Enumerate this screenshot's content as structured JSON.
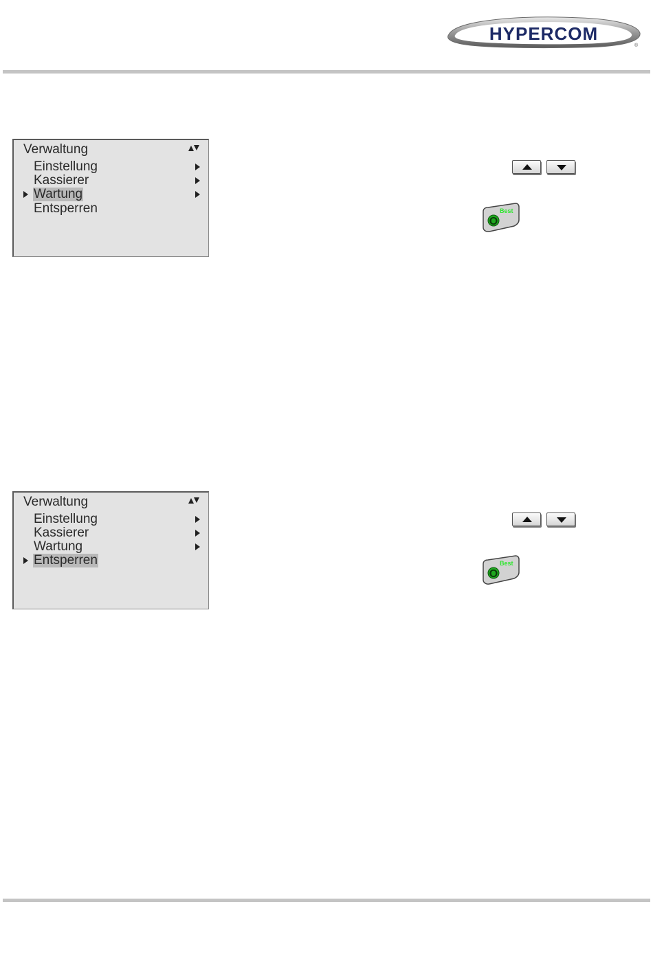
{
  "header": {
    "logo_text": "HYPERCOM",
    "logo_registered": "®"
  },
  "screens": [
    {
      "title": "Verwaltung",
      "scroll_indicator": "up-down-arrows-icon",
      "items": [
        {
          "label": "Einstellung",
          "has_submenu": true,
          "selected": false
        },
        {
          "label": "Kassierer",
          "has_submenu": true,
          "selected": false
        },
        {
          "label": "Wartung",
          "has_submenu": true,
          "selected": true
        },
        {
          "label": "Entsperren",
          "has_submenu": false,
          "selected": false
        }
      ]
    },
    {
      "title": "Verwaltung",
      "scroll_indicator": "up-down-arrows-icon",
      "items": [
        {
          "label": "Einstellung",
          "has_submenu": true,
          "selected": false
        },
        {
          "label": "Kassierer",
          "has_submenu": true,
          "selected": false
        },
        {
          "label": "Wartung",
          "has_submenu": true,
          "selected": false
        },
        {
          "label": "Entsperren",
          "has_submenu": false,
          "selected": true
        }
      ]
    }
  ],
  "keys": {
    "up_icon": "arrow-up-key-icon",
    "down_icon": "arrow-down-key-icon",
    "ok_label": "Best",
    "ok_glyph": "O",
    "ok_label_color": "#2ee62e",
    "ok_glyph_color": "#1fa81f"
  },
  "colors": {
    "screen_bg": "#e3e3e3",
    "selection_bg": "#b9b9b9",
    "rule": "#c4c4c4"
  }
}
